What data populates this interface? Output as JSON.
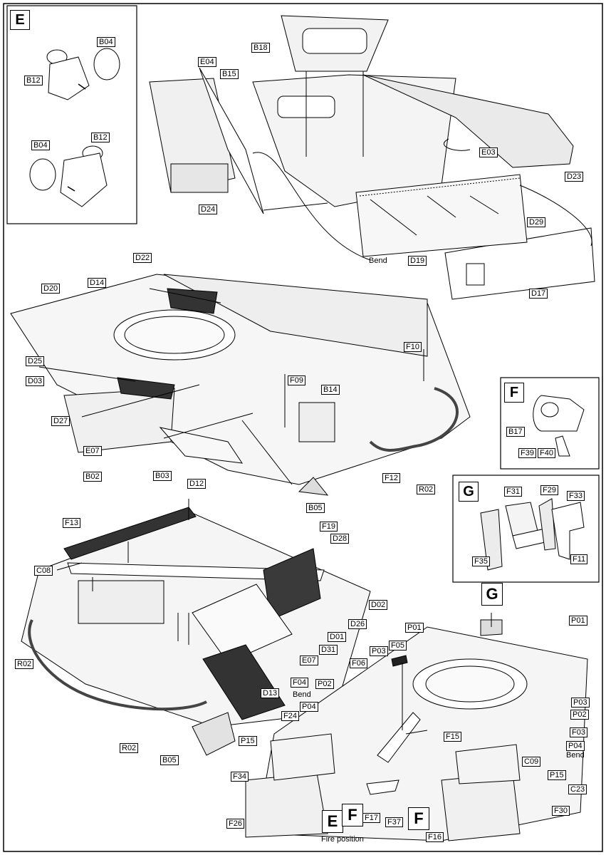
{
  "insets": {
    "E": {
      "letter": "E",
      "labels": [
        "B04",
        "B12",
        "B04",
        "B12"
      ]
    },
    "F": {
      "letter": "F",
      "labels": [
        "B17",
        "F39",
        "F40"
      ]
    },
    "G": {
      "letter": "G",
      "labels": [
        "F31",
        "F29",
        "F33",
        "F35",
        "F11"
      ]
    }
  },
  "step1": {
    "labels": [
      "B18",
      "E04",
      "B15",
      "E03",
      "D23",
      "D29",
      "D24",
      "D19",
      "D17"
    ],
    "bend": "Bend"
  },
  "step2": {
    "labels": [
      "D22",
      "D14",
      "D20",
      "D25",
      "D03",
      "D27",
      "E07",
      "B02",
      "B03",
      "D12",
      "F10",
      "F09",
      "B14",
      "F12",
      "R02",
      "B05"
    ]
  },
  "step3": {
    "labels": [
      "F13",
      "F19",
      "D28",
      "C08",
      "D02",
      "D26",
      "D01",
      "R02",
      "D31",
      "E07",
      "D13",
      "R02",
      "B05"
    ]
  },
  "step4": {
    "labels": [
      "P01",
      "F05",
      "P01",
      "P03",
      "F04",
      "F06",
      "P02",
      "P04",
      "P03",
      "P02",
      "F03",
      "P04",
      "F24",
      "F15",
      "P15",
      "C09",
      "P15",
      "C23",
      "F34",
      "F17",
      "F37",
      "F26",
      "F16",
      "F30"
    ],
    "bend_left": "Bend",
    "bend_right": "Bend",
    "fire_position": "Fire position",
    "markers": [
      "G",
      "E",
      "F",
      "F"
    ]
  }
}
